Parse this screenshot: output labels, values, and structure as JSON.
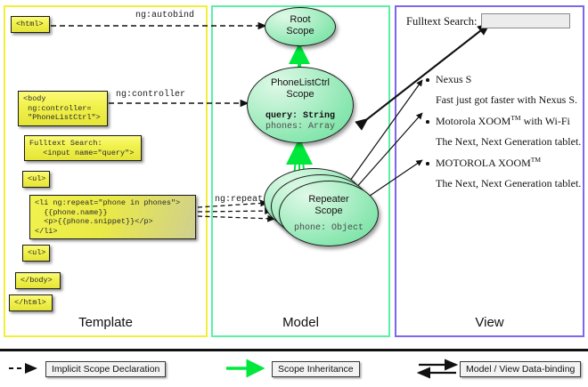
{
  "panels": {
    "template": {
      "label": "Template",
      "border_color": "#f2ef3a"
    },
    "model": {
      "label": "Model",
      "border_color": "#5cf0a5"
    },
    "view": {
      "label": "View",
      "border_color": "#7b68ee"
    }
  },
  "template_boxes": [
    {
      "id": "html-open",
      "text": "<html>"
    },
    {
      "id": "body-open",
      "text": "<body\n ng:controller=\n \"PhoneListCtrl\">"
    },
    {
      "id": "search",
      "text": "Fulltext Search:\n   <input name=\"query\">"
    },
    {
      "id": "ul-open",
      "text": "<ul>"
    },
    {
      "id": "li-repeat",
      "text": "<li ng:repeat=\"phone in phones\">\n  {{phone.name}}\n  <p>{{phone.snippet}}</p>\n</li>"
    },
    {
      "id": "ul-close",
      "text": "<ul>"
    },
    {
      "id": "body-close",
      "text": "</body>"
    },
    {
      "id": "html-close",
      "text": "</html>"
    }
  ],
  "edge_labels": {
    "autobind": "ng:autobind",
    "controller": "ng:controller",
    "repeat": "ng:repeat"
  },
  "scopes": [
    {
      "id": "root",
      "title_line1": "Root",
      "title_line2": "Scope",
      "props": []
    },
    {
      "id": "phonelistctrl",
      "title_line1": "PhoneListCtrl",
      "title_line2": "Scope",
      "props": [
        {
          "text": "query: String",
          "emphasis": "bold"
        },
        {
          "text": "phones: Array",
          "emphasis": "dim"
        }
      ]
    },
    {
      "id": "repeater",
      "title_line1": "Repeater",
      "title_line2": "Scope",
      "props": [
        {
          "text": "phone: Object",
          "emphasis": "dim"
        }
      ]
    }
  ],
  "view": {
    "search_label": "Fulltext Search:",
    "search_value": "",
    "search_placeholder": "",
    "phones": [
      {
        "name": "Nexus S",
        "trademark": "",
        "suffix": "",
        "snippet": "Fast just got faster with Nexus S."
      },
      {
        "name": "Motorola XOOM",
        "trademark": "TM",
        "suffix": " with Wi-Fi",
        "snippet": "The Next, Next Generation tablet."
      },
      {
        "name": "MOTOROLA XOOM",
        "trademark": "TM",
        "suffix": "",
        "snippet": "The Next, Next Generation tablet."
      }
    ]
  },
  "legend": [
    {
      "id": "implicit",
      "label": "Implicit Scope Declaration",
      "arrow": "dashed-black"
    },
    {
      "id": "inheritance",
      "label": "Scope Inheritance",
      "arrow": "solid-green"
    },
    {
      "id": "databinding",
      "label": "Model / View Data-binding",
      "arrow": "double-black"
    }
  ],
  "colors": {
    "template_border": "#f2ef3a",
    "model_border": "#5cf0a5",
    "view_border": "#7b68ee",
    "code_box_fill": "#f2f24e",
    "scope_fill": "#8ae7b0",
    "inheritance_arrow": "#00e83c"
  }
}
